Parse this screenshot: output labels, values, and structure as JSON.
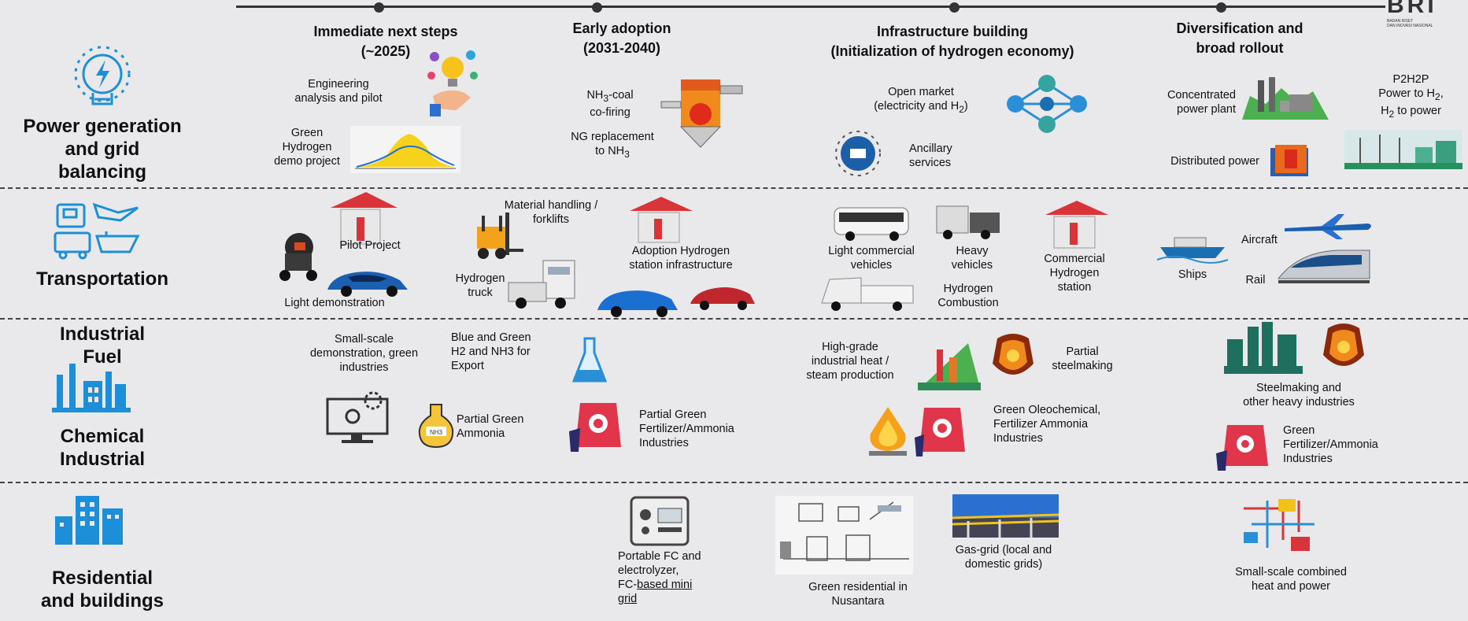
{
  "brand": {
    "name": "BRI",
    "sub1": "BADAN RISET",
    "sub2": "DAN INOVASI NASIONAL"
  },
  "headers": [
    {
      "line1": "Immediate next steps",
      "line2": "(~2025)"
    },
    {
      "line1": "Early adoption",
      "line2": "(2031-2040)"
    },
    {
      "line1": "Infrastructure building",
      "line2": "(Initialization of hydrogen economy)"
    },
    {
      "line1": "Diversification and",
      "line2": "broad rollout"
    }
  ],
  "categories": {
    "power": {
      "line1": "Power generation",
      "line2": "and grid",
      "line3": "balancing"
    },
    "transport": {
      "line1": "Transportation"
    },
    "industrial": {
      "line1": "Industrial",
      "line2": "Fuel"
    },
    "chemical": {
      "line1": "Chemical",
      "line2": "Industrial"
    },
    "residential": {
      "line1": "Residential",
      "line2": "and buildings"
    }
  },
  "power": {
    "engineering": {
      "l1": "Engineering",
      "l2": "analysis and pilot"
    },
    "demo": {
      "l1": "Green",
      "l2": "Hydrogen",
      "l3": "demo project"
    },
    "cofiring": {
      "l1": "NH",
      "l1sub": "3",
      "l1rest": "-coal",
      "l2": "co-firing"
    },
    "ngreplace": {
      "l1": "NG replacement",
      "l2": "to NH",
      "l2sub": "3"
    },
    "openmarket": {
      "l1": "Open market",
      "l2": "(electricity and H",
      "l2sub": "2",
      "l2end": ")"
    },
    "ancillary": {
      "l1": "Ancillary",
      "l2": "services"
    },
    "concentrated": {
      "l1": "Concentrated",
      "l2": "power plant"
    },
    "distributed": {
      "l1": "Distributed power"
    },
    "p2h2p": {
      "l1": "P2H2P",
      "l2": "Power to H",
      "l2sub": "2",
      "l2end": ",",
      "l3": "H",
      "l3sub": "2",
      "l3end": " to power"
    }
  },
  "transport": {
    "pilot": "Pilot Project",
    "lightdemo": "Light demonstration",
    "material": {
      "l1": "Material handling /",
      "l2": "forklifts"
    },
    "h2truck": {
      "l1": "Hydrogen",
      "l2": "truck"
    },
    "adoption": {
      "l1": "Adoption Hydrogen",
      "l2": "station infrastructure"
    },
    "lightcommercial": {
      "l1": "Light commercial",
      "l2": "vehicles"
    },
    "heavy": {
      "l1": "Heavy",
      "l2": "vehicles"
    },
    "combustion": {
      "l1": "Hydrogen",
      "l2": "Combustion"
    },
    "commercialstation": {
      "l1": "Commercial",
      "l2": "Hydrogen",
      "l3": "station"
    },
    "aircraft": "Aircraft",
    "ships": "Ships",
    "rail": "Rail"
  },
  "industry": {
    "smallscale": {
      "l1": "Small-scale",
      "l2": "demonstration, green",
      "l3": "industries"
    },
    "bluegreen": {
      "l1": "Blue and Green",
      "l2": "H2 and NH3 for",
      "l3": "Export"
    },
    "partialammonia": {
      "l1": "Partial Green",
      "l2": "Ammonia"
    },
    "partialfert": {
      "l1": "Partial Green",
      "l2": "Fertilizer/Ammonia",
      "l3": "Industries"
    },
    "highgrade": {
      "l1": "High-grade",
      "l2": "industrial heat /",
      "l3": "steam production"
    },
    "partialsteel": {
      "l1": "Partial",
      "l2": "steelmaking"
    },
    "oleo": {
      "l1": "Green Oleochemical,",
      "l2": "Fertilizer Ammonia",
      "l3": "Industries"
    },
    "steelmaking": {
      "l1": "Steelmaking and",
      "l2": "other heavy industries"
    },
    "greenfert": {
      "l1": "Green",
      "l2": "Fertilizer/Ammonia",
      "l3": "Industries"
    },
    "nh3tag": "NH3"
  },
  "residential": {
    "portable": {
      "l1": "Portable FC and",
      "l2": "electrolyzer,",
      "l3a": "FC-",
      "l3b": "based mini",
      "l4": "grid"
    },
    "greenres": {
      "l1": "Green residential in",
      "l2": "Nusantara"
    },
    "gasgrid": {
      "l1": "Gas-grid (local and",
      "l2": "domestic grids)"
    },
    "chp": {
      "l1": "Small-scale combined",
      "l2": "heat and power"
    }
  },
  "colors": {
    "blue_icon": "#1d8fd8",
    "gas_station_red": "#d9343a",
    "flame_orange": "#f08a1c",
    "fertilizer_red": "#e0354a",
    "plant_green": "#2e8b57",
    "divider": "#444444"
  }
}
